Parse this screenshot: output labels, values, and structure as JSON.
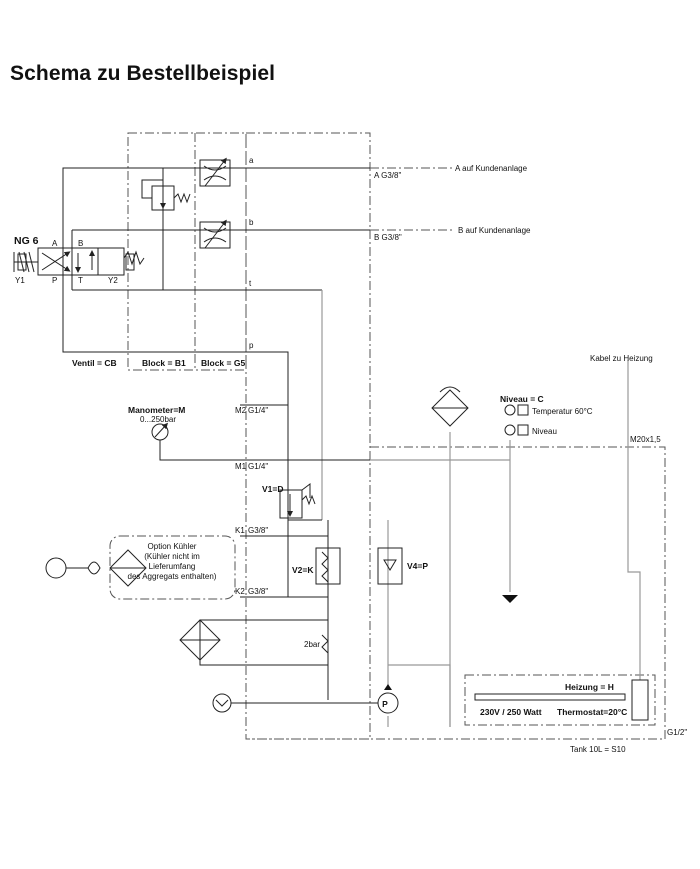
{
  "page": {
    "title": "Schema zu Bestellbeispiel"
  },
  "valve": {
    "ng": "NG 6",
    "a": "A",
    "b": "B",
    "p": "P",
    "t": "T",
    "y1": "Y1",
    "y2": "Y2"
  },
  "blocks": {
    "ventil": "Ventil = CB",
    "b1": "Block = B1",
    "g5": "Block = G5"
  },
  "ports": {
    "a": "a",
    "b": "b",
    "t": "t",
    "p": "p",
    "a_thread": "A G3/8\"",
    "b_thread": "B G3/8\"",
    "a_dest": "A auf Kundenanlage",
    "b_dest": "B auf Kundenanlage"
  },
  "gauge": {
    "label": "Manometer=M",
    "range": "0...250bar"
  },
  "measure": {
    "m2": "M2",
    "m2_thread": "G1/4\"",
    "m1": "M1",
    "m1_thread": "G1/4\"",
    "k1": "K1",
    "k1_thread": "G3/8\"",
    "k2": "K2",
    "k2_thread": "G3/8\""
  },
  "relief": {
    "v1": "V1=D",
    "v2": "V2=K",
    "v4": "V4=P",
    "bypass": "2bar"
  },
  "cooler": {
    "line1": "Option Kühler",
    "line2": "(Kühler nicht im",
    "line3": "Lieferumfang",
    "line4": "des Aggregats enthalten)"
  },
  "tank": {
    "cable": "Kabel zu Heizung",
    "level": "Niveau = C",
    "temp": "Temperatur 60°C",
    "niveau": "Niveau",
    "m20": "M20x1,5",
    "heater": "Heizung = H",
    "power": "230V / 250 Watt",
    "thermostat": "Thermostat=20°C",
    "drain": "G1/2\"",
    "size": "Tank 10L = S10"
  },
  "pump": {
    "p": "P"
  }
}
